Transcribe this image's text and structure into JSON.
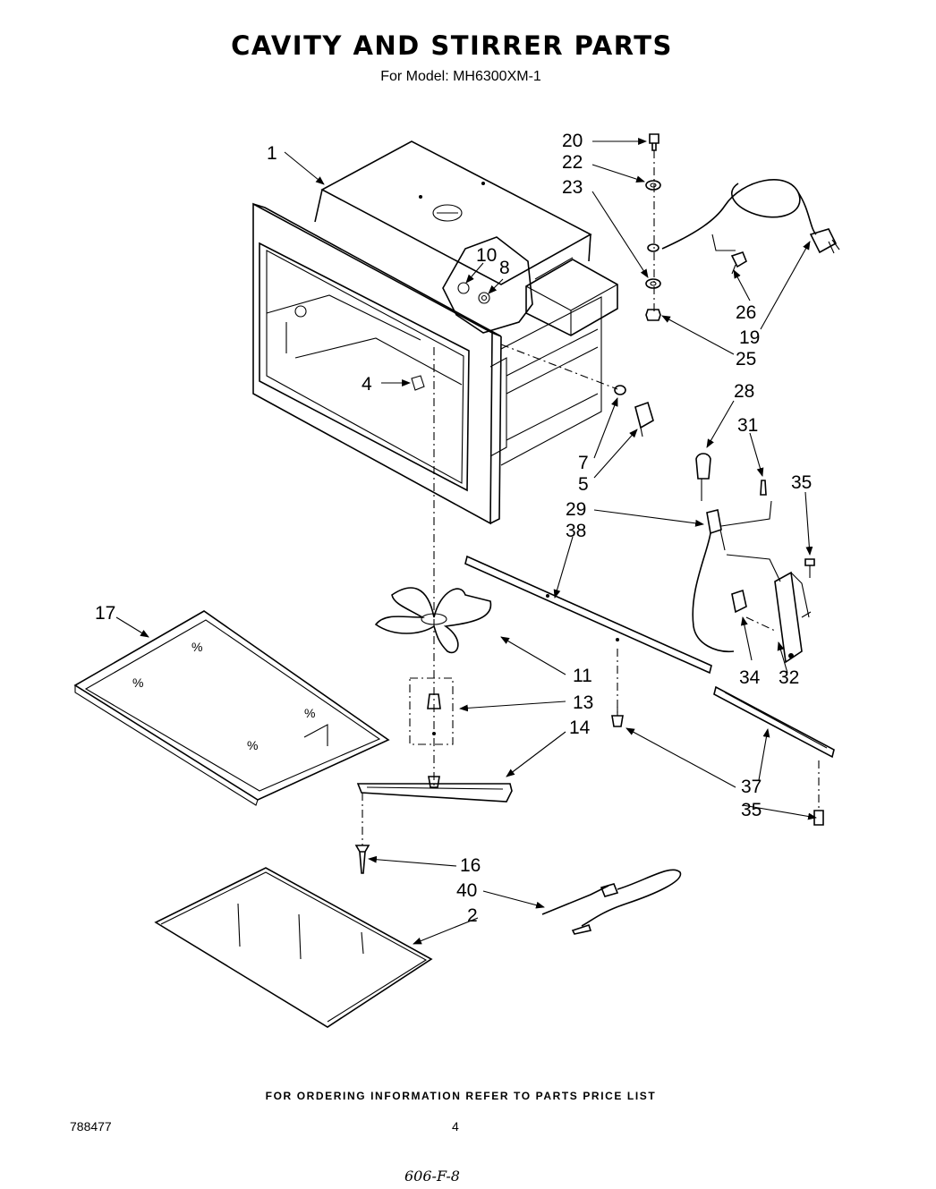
{
  "header": {
    "title": "CAVITY AND STIRRER PARTS",
    "subtitle": "For Model: MH6300XM-1"
  },
  "callouts": {
    "c1": "1",
    "c2": "2",
    "c4": "4",
    "c5": "5",
    "c7": "7",
    "c8": "8",
    "c10": "10",
    "c11": "11",
    "c13": "13",
    "c14": "14",
    "c16": "16",
    "c17": "17",
    "c19": "19",
    "c20": "20",
    "c22": "22",
    "c23": "23",
    "c25": "25",
    "c26": "26",
    "c28": "28",
    "c29": "29",
    "c31": "31",
    "c32": "32",
    "c34": "34",
    "c35a": "35",
    "c35b": "35",
    "c37": "37",
    "c38": "38",
    "c40": "40"
  },
  "footer": {
    "ordering_note": "FOR ORDERING INFORMATION REFER TO PARTS PRICE LIST",
    "doc_number": "788477",
    "page_number": "4",
    "handwritten_note": "606-F-8"
  }
}
